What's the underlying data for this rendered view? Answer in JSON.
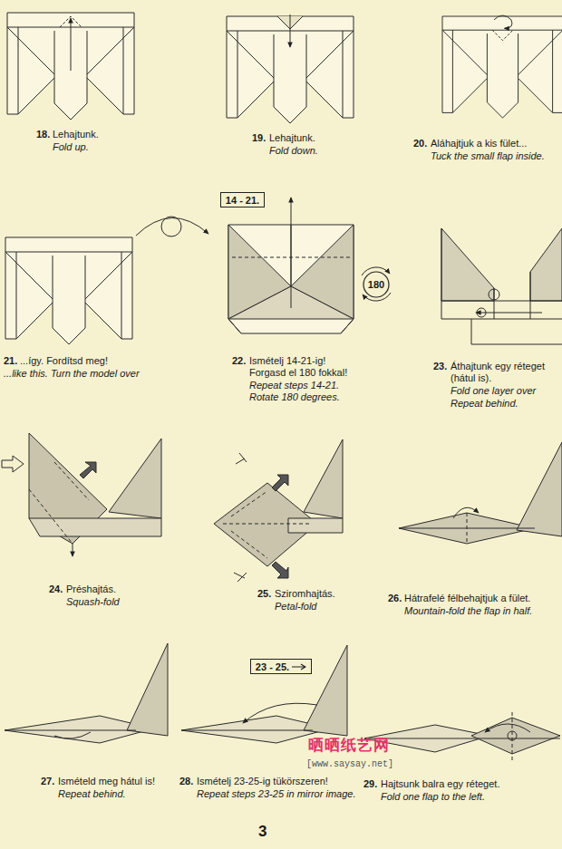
{
  "diagram": {
    "nodes": [
      {
        "text": [
          "14 - 21."
        ]
      },
      {
        "text": [
          "180"
        ]
      },
      {
        "text": [
          "23 - 25."
        ]
      }
    ],
    "labels": [
      "18.",
      "Lehajtunk.",
      "Fold up.",
      "19.",
      "Lehajtunk.",
      "Fold down.",
      "20.",
      "Aláhajtjuk a kis fület...",
      "Tuck the small flap inside.",
      "21.",
      "...így. Fordítsd meg!",
      "...like this. Turn the model over",
      "22.",
      "Ismételj 14-21-ig!",
      "Forgasd el 180 fokkal!",
      "Repeat steps 14-21.",
      "Rotate 180 degrees.",
      "23.",
      "Áthajtunk egy réteget",
      "(hátul is).",
      "Fold one layer over",
      "Repeat behind.",
      "24.",
      "Préshajtás.",
      "Squash-fold",
      "25.",
      "Sziromhajtás.",
      "Petal-fold",
      "26.",
      "Hátrafelé félbehajtjuk a fület.",
      "Mountain-fold the flap in half.",
      "27.",
      "Ismételd meg hátul is!",
      "Repeat behind.",
      "28.",
      "Ismételj 23-25-ig tükörszeren!",
      "Repeat steps 23-25 in mirror image.",
      "29.",
      "Hajtsunk balra egy réteget.",
      "Fold one flap to the left.",
      "晒晒纸艺网",
      "[www.saysay.net]",
      "3"
    ]
  }
}
